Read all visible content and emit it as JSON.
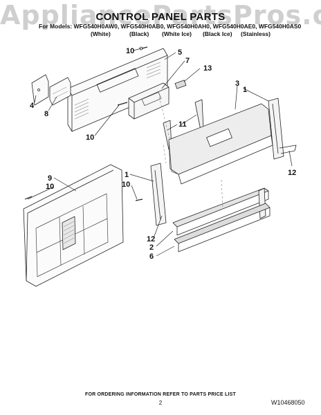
{
  "watermark": "AppliancePartsPros.com",
  "title": "CONTROL PANEL PARTS",
  "models_line": "For Models: WFG540H0AW0, WFG540H0AB0, WFG540H0AH0, WFG540H0AE0, WFG540H0AS0",
  "variants": [
    "(White)",
    "(Black)",
    "(White Ice)",
    "(Black Ice)",
    "(Stainless)"
  ],
  "callouts": {
    "c10a": "10",
    "c5": "5",
    "c7": "7",
    "c13": "13",
    "c3": "3",
    "c1a": "1",
    "c4": "4",
    "c8": "8",
    "c10b": "10",
    "c11": "11",
    "c12a": "12",
    "c9": "9",
    "c10c": "10",
    "c1b": "1",
    "c10d": "10",
    "c12b": "12",
    "c2": "2",
    "c6": "6"
  },
  "footer": {
    "ordering_info": "FOR ORDERING INFORMATION REFER TO PARTS PRICE LIST",
    "page_number": "2",
    "doc_number": "W10468050"
  }
}
